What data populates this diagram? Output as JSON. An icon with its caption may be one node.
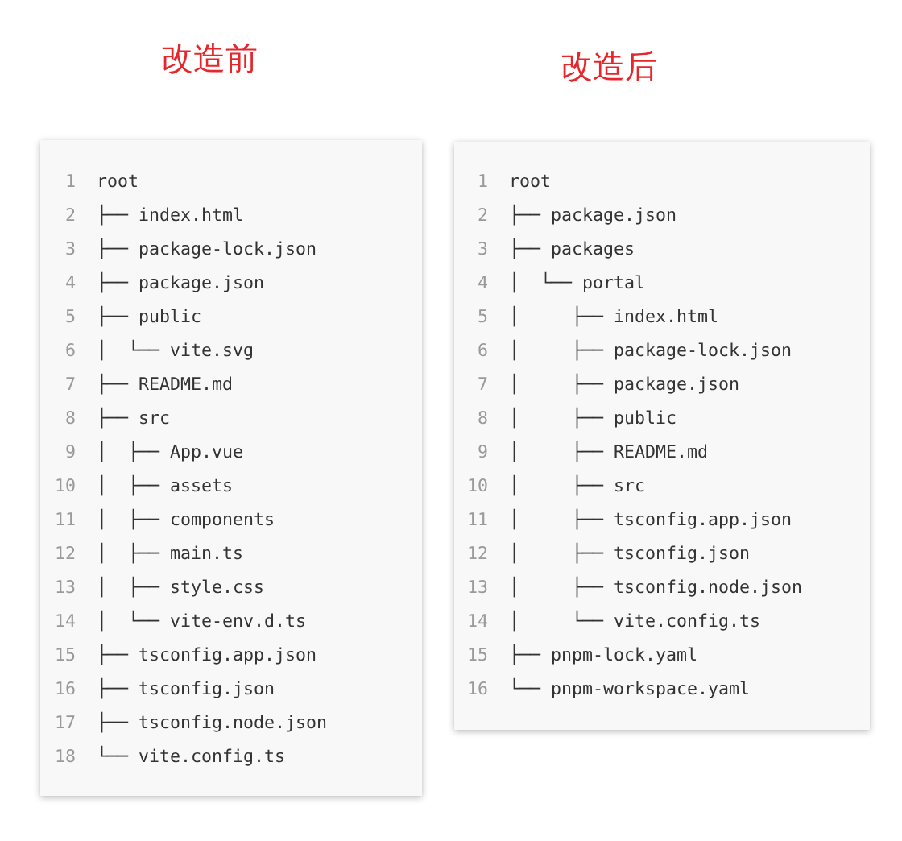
{
  "diagram": {
    "nodes": [
      {
        "text": [
          "改造前",
          "1",
          "root",
          "2",
          "├── index.html",
          "3",
          "├── package-lock.json",
          "4",
          "├── package.json",
          "5",
          "├── public",
          "6",
          "│  └── vite.svg",
          "7",
          "├── README.md",
          "8",
          "├── src",
          "9",
          "│  ├── App.vue",
          "10",
          "│  ├── assets",
          "11",
          "│  ├── components",
          "12",
          "│  ├── main.ts",
          "13",
          "│  ├── style.css",
          "14",
          "│  └── vite-env.d.ts",
          "15",
          "├── tsconfig.app.json",
          "16",
          "├── tsconfig.json",
          "17",
          "├── tsconfig.node.json",
          "18",
          "└── vite.config.ts"
        ]
      },
      {
        "text": [
          "改造后",
          "1",
          "root",
          "2",
          "├── package.json",
          "3",
          "├── packages",
          "4",
          "│  └── portal",
          "5",
          "│     ├── index.html",
          "6",
          "│     ├── package-lock.json",
          "7",
          "│     ├── package.json",
          "8",
          "│     ├── public",
          "9",
          "│     ├── README.md",
          "10",
          "│     ├── src",
          "11",
          "│     ├── tsconfig.app.json",
          "12",
          "│     ├── tsconfig.json",
          "13",
          "│     ├── tsconfig.node.json",
          "14",
          "│     └── vite.config.ts",
          "15",
          "├── pnpm-lock.yaml",
          "16",
          "└── pnpm-workspace.yaml"
        ]
      }
    ]
  }
}
